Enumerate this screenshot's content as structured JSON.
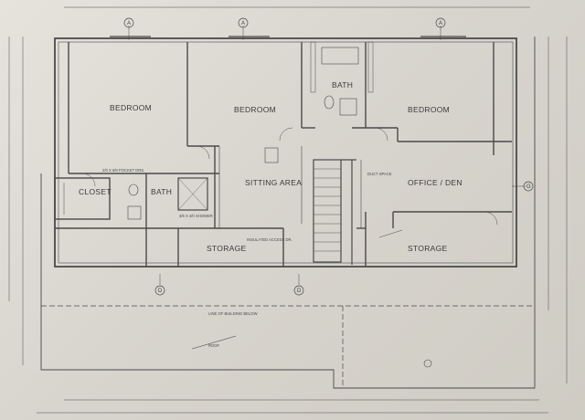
{
  "rooms": {
    "bedroom_left": "BEDROOM",
    "bedroom_middle": "BEDROOM",
    "bedroom_right": "BEDROOM",
    "bath_top": "BATH",
    "bath_left": "BATH",
    "closet": "CLOSET",
    "sitting_area": "SITTING AREA",
    "office_den": "OFFICE / DEN",
    "storage_left": "STORAGE",
    "storage_right": "STORAGE"
  },
  "grid_markers": {
    "a1": "A",
    "a2": "A",
    "a3": "A",
    "d1": "D",
    "d2": "D",
    "g": "G"
  },
  "notes": {
    "roof": "ROOF",
    "duct_space": "DUCT SPACE",
    "line_of_building_below": "LINE OF BUILDING BELOW",
    "pocket_drs": "2/0 X 6/8 POCKET DRS.",
    "shower": "3/6 X 4/0 SHOWER",
    "insulated_access": "INSULATED ACCESS DR."
  },
  "colors": {
    "ink": "#3c3c3c",
    "paper": "#dedbd4"
  }
}
